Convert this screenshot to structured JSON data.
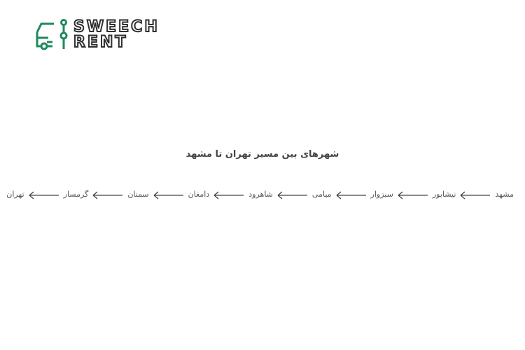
{
  "brand": {
    "line1": "SWEECH",
    "line2": "RENT",
    "accent_color": "#1f8a5b",
    "text_color": "#2f2f2f",
    "logo_icon": "car-circuit-icon"
  },
  "heading": "شهرهای بین مسیر تهران تا مشهد",
  "route": {
    "arrow_icon": "arrow-left-icon",
    "cities": [
      "مشهد",
      "نیشابور",
      "سبزوار",
      "میامی",
      "شاهرود",
      "دامغان",
      "سمنان",
      "گرمسار",
      "تهران"
    ]
  }
}
